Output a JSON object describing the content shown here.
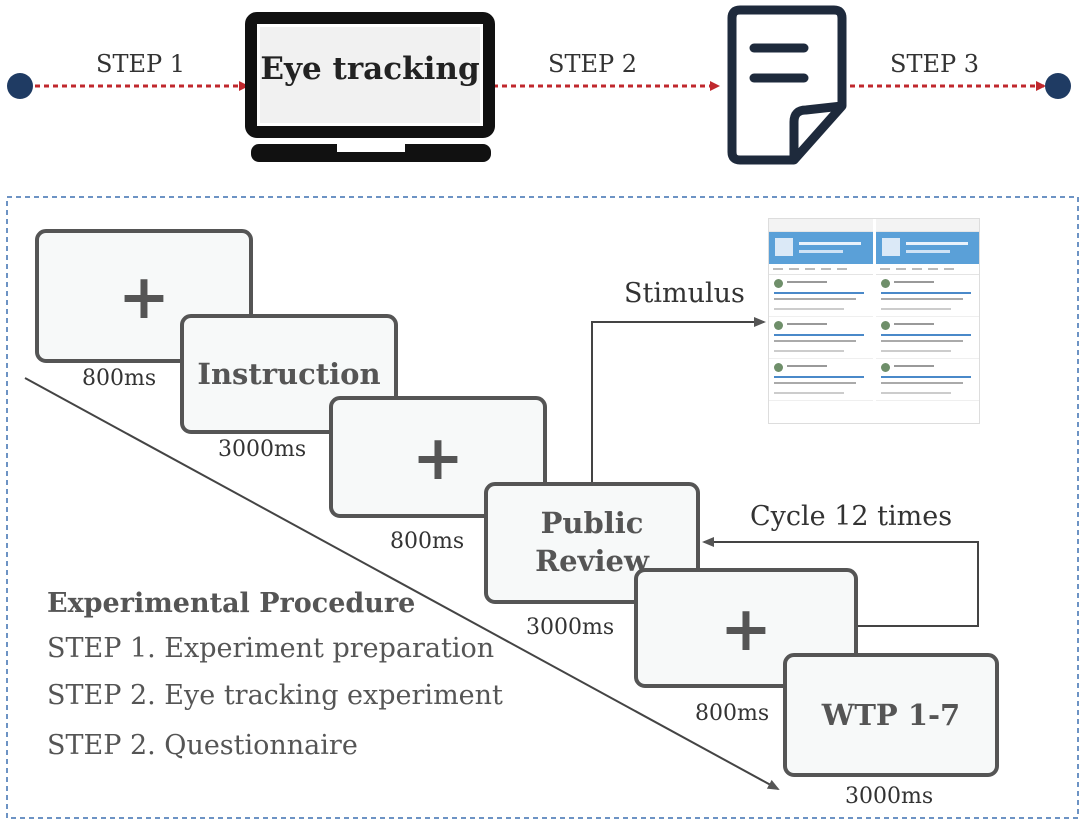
{
  "timeline": {
    "step1": "STEP 1",
    "step2": "STEP 2",
    "step3": "STEP 3",
    "laptop_text": "Eye tracking"
  },
  "procedure": {
    "boxes": {
      "fixation1": "+",
      "instruction": "Instruction",
      "fixation2": "+",
      "public_review": "Public\nReview",
      "fixation3": "+",
      "wtp": "WTP 1-7"
    },
    "timings": {
      "t1": "800ms",
      "t2": "3000ms",
      "t3": "800ms",
      "t4": "3000ms",
      "t5": "800ms",
      "t6": "3000ms"
    },
    "stimulus_label": "Stimulus",
    "cycle_label": "Cycle 12 times"
  },
  "legend": {
    "title": "Experimental Procedure",
    "items": [
      "STEP 1. Experiment preparation",
      "STEP 2. Eye tracking experiment",
      "STEP 2. Questionnaire"
    ]
  },
  "colors": {
    "dot": "#1f3b63",
    "dashed_line": "#c0282d",
    "frame_border": "#6d93c4",
    "box_border": "#555555",
    "box_fill": "#f7f9f9"
  }
}
